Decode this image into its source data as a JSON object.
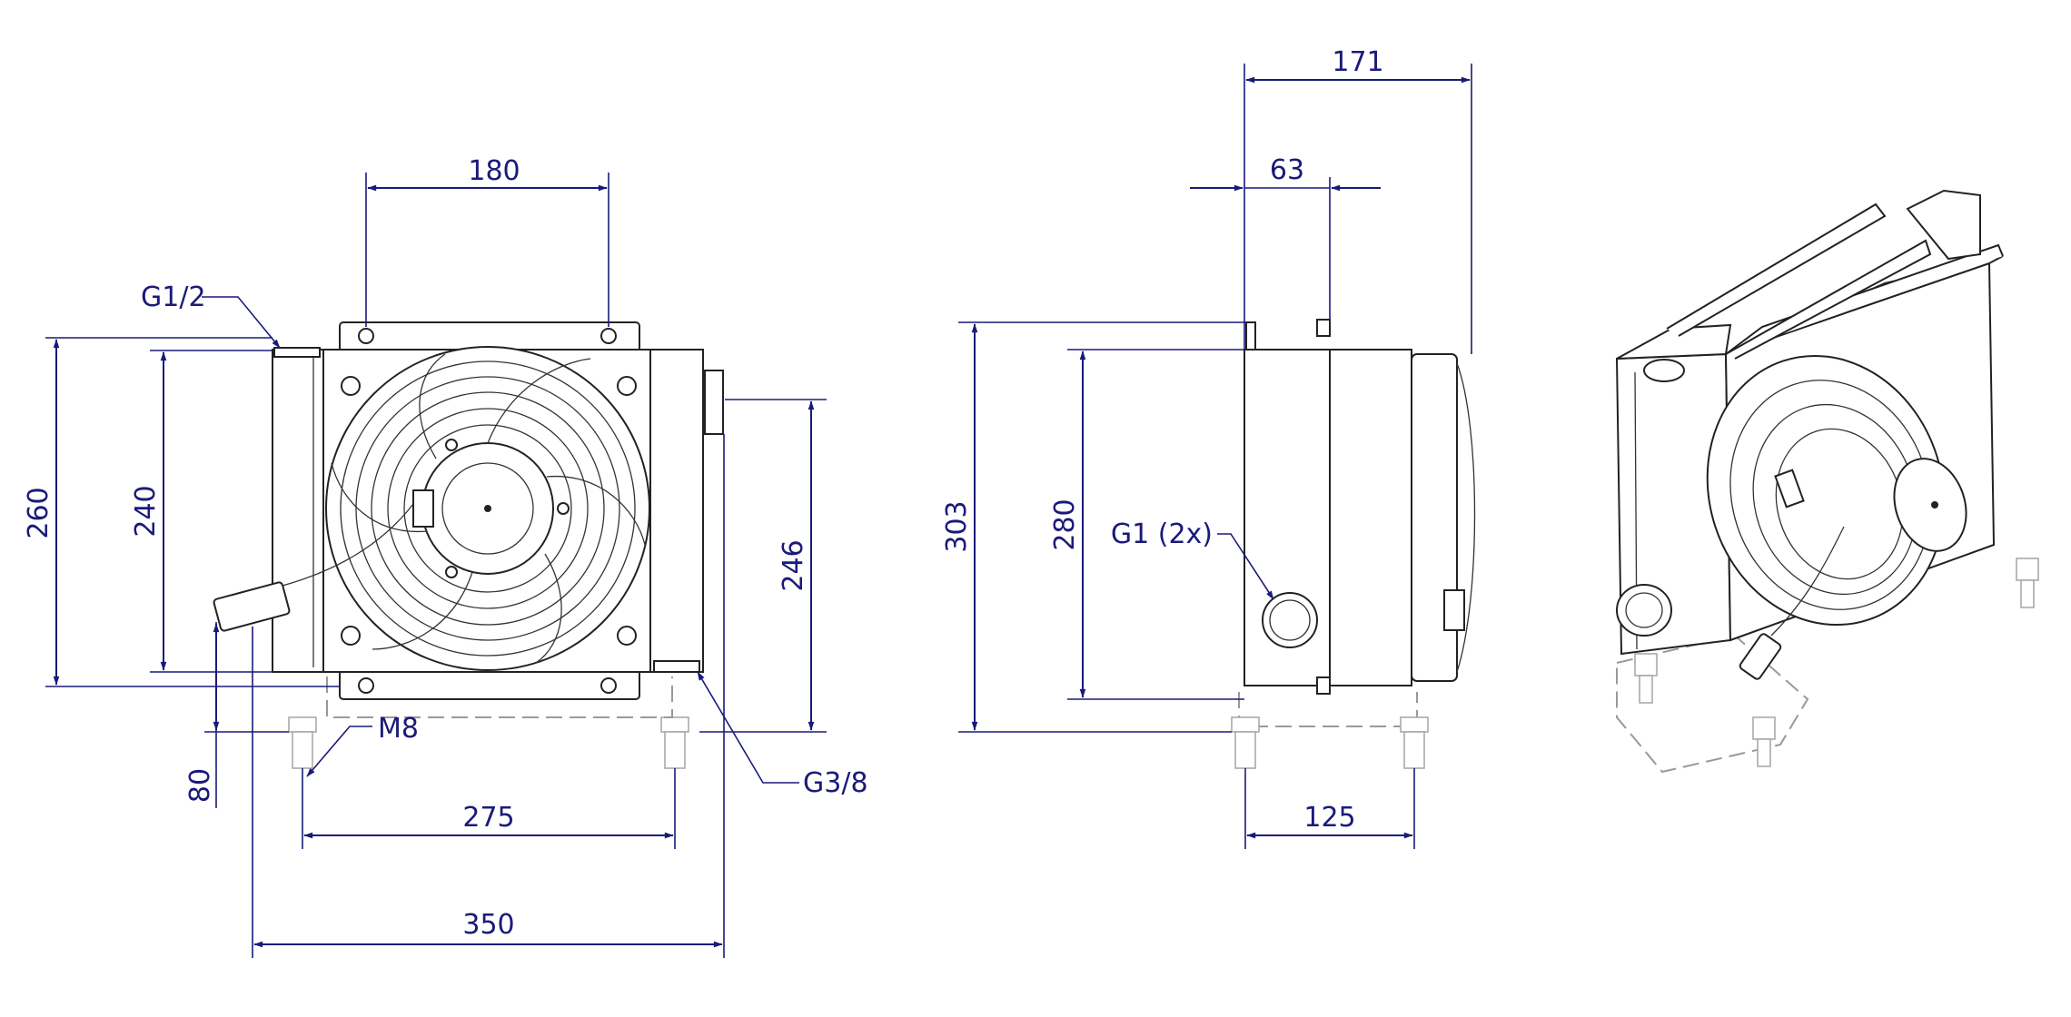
{
  "colors": {
    "dimension": "#1a1a7a",
    "outline": "#222222",
    "ghost": "#999999"
  },
  "front_view": {
    "width_top": "180",
    "port_left": "G1/2",
    "height_total": "260",
    "height_core": "240",
    "height_side": "246",
    "mount_thread": "M8",
    "mount_height": "80",
    "mount_spacing": "275",
    "width_total": "350",
    "port_bottom": "G3/8"
  },
  "side_view": {
    "depth_total": "171",
    "depth_core": "63",
    "height_total": "303",
    "height_core": "280",
    "port_main": "G1 (2x)",
    "mount_spacing": "125"
  }
}
